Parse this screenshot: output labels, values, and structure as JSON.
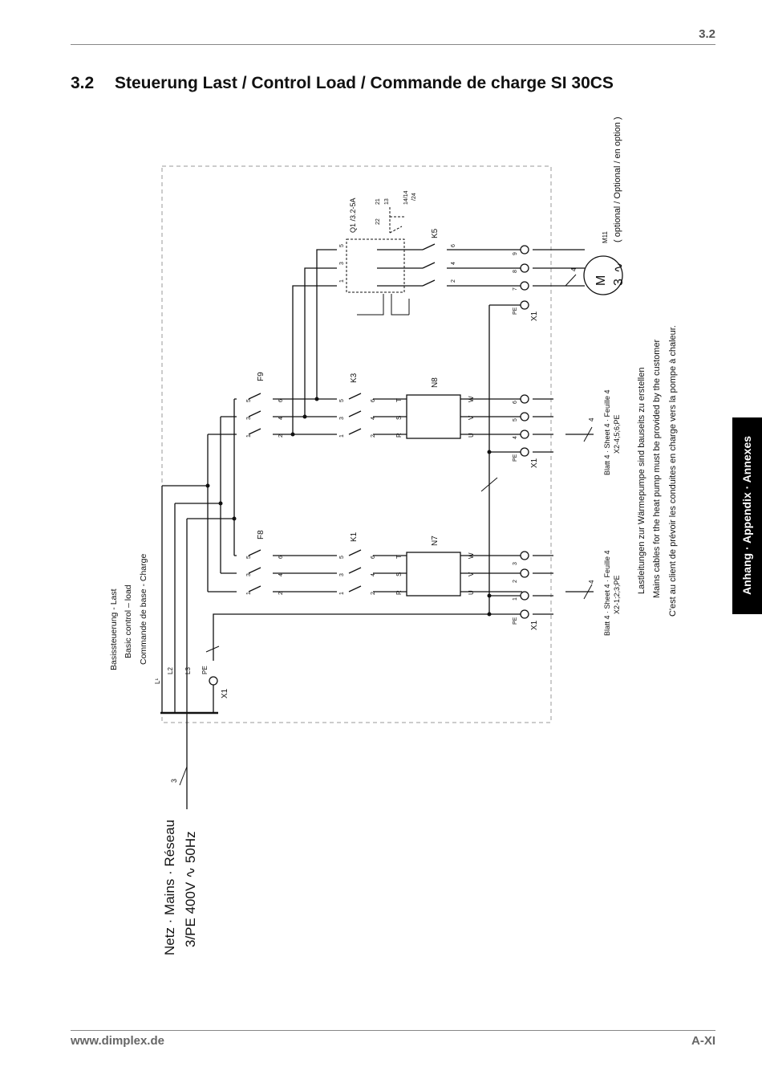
{
  "header": {
    "section": "3.2"
  },
  "title": {
    "number": "3.2",
    "text": "Steuerung Last / Control Load / Commande de charge SI 30CS"
  },
  "side_tab": {
    "label": "Anhang · Appendix · Annexes"
  },
  "footer": {
    "website": "www.dimplex.de",
    "page": "A-XI"
  },
  "diagram": {
    "supply": {
      "line1": "Netz · Mains · Réseau",
      "line2": "3/PE 400V ∿ 50Hz",
      "wires": "3"
    },
    "basic_control": [
      "Basissteuerung - Last",
      "Basic control – load",
      "Commande de base - Charge"
    ],
    "conductors": [
      "L¹",
      "L2",
      "L3",
      "PE"
    ],
    "terminal_x1": "X1",
    "fuses": {
      "F8": "F8",
      "F9": "F9"
    },
    "contactors": {
      "K1": "K1",
      "K3": "K3",
      "K5": "K5"
    },
    "soft_starters": {
      "N7": "N7",
      "N8": "N8"
    },
    "contact_numbers": {
      "top": [
        "1",
        "3",
        "5"
      ],
      "bottom": [
        "2",
        "4",
        "6"
      ]
    },
    "phase_in": [
      "R",
      "S",
      "T"
    ],
    "phase_out": [
      "U",
      "V",
      "W"
    ],
    "terminal_blocks": {
      "left": {
        "terminals": [
          "PE",
          "1",
          "2",
          "3"
        ],
        "sheet": "Blatt 4 · Sheet 4 · Feuille 4",
        "ref": "X2-1;2;3;PE",
        "wires": "4"
      },
      "middle": {
        "terminals": [
          "PE",
          "4",
          "5",
          "6"
        ],
        "sheet": "Blatt 4 · Sheet 4 · Feuille 4",
        "ref": "X2-4;5;6;PE",
        "wires": "4"
      },
      "right": {
        "terminals": [
          "PE",
          "7",
          "8",
          "9"
        ],
        "wires": "4"
      }
    },
    "breaker": {
      "label": "Q1 /3.2-5A",
      "aux": [
        "21",
        "22",
        "13",
        "14/14",
        "/24"
      ]
    },
    "motor": {
      "id": "M11",
      "symbol": "M",
      "phases": "3",
      "ac": "∿",
      "option": "( optional / Optional / en option )"
    },
    "notes": [
      "Lastleitungen zur Wärmepumpe sind bauseits zu erstellen",
      "Mains cables for the heat pump must be provided by the customer",
      "C'est au client de prévoir les conduites en charge vers la pompe à chaleur."
    ]
  }
}
